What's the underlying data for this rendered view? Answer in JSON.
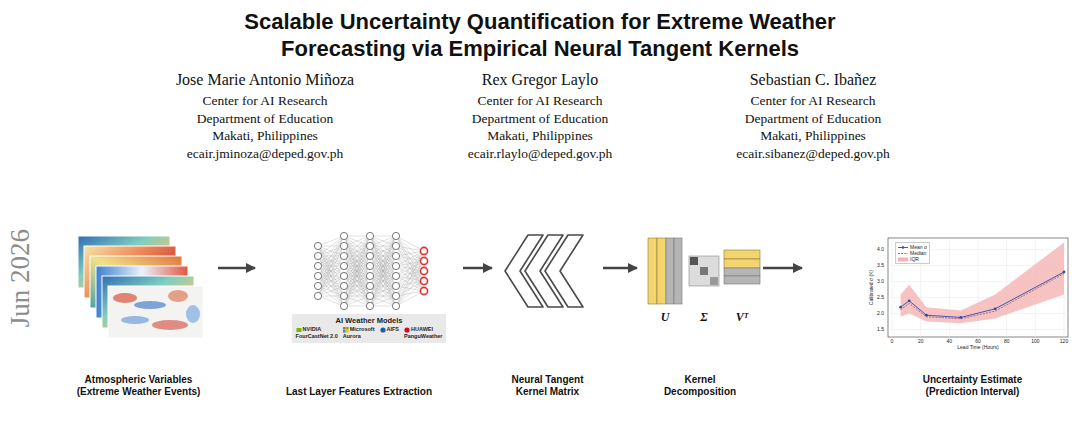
{
  "diagram": {
    "title": "Scalable Uncertainty Quantification for Extreme Weather Forecasting via Empirical Neural Tangent Kernels",
    "nodes": [
      {
        "text": [
          "Atmospheric Variables",
          "(Extreme Weather Events)"
        ]
      },
      {
        "text": [
          "Last Layer Features Extraction"
        ]
      },
      {
        "text": [
          "AI Weather Models",
          "NVIDIA",
          "FourCastNet 2.0",
          "Microsoft",
          "Aurora",
          "AIFS",
          "HUAWEI",
          "PanguWeather"
        ],
        "in": 1
      },
      {
        "text": [
          "Neural Tangent Kernel Matrix"
        ]
      },
      {
        "text": [
          "Kernel Decomposition"
        ]
      },
      {
        "text": [
          "Uncertainty Estimate",
          "(Prediction Interval)"
        ]
      }
    ],
    "edges": [
      {
        "from": 0,
        "to": 1,
        "arrow": "to"
      },
      {
        "from": 1,
        "to": 3,
        "arrow": "to"
      },
      {
        "from": 3,
        "to": 4,
        "arrow": "to"
      },
      {
        "from": 4,
        "to": 5,
        "arrow": "to"
      }
    ],
    "labels": [
      "Jose Marie Antonio Miñoza",
      "Center for AI Research",
      "Department of Education",
      "Makati, Philippines",
      "ecair.jminoza@deped.gov.ph",
      "Rex Gregor Laylo",
      "Center for AI Research",
      "Department of Education",
      "Makati, Philippines",
      "ecair.rlaylo@deped.gov.ph",
      "Sebastian C. Ibañez",
      "Center for AI Research",
      "Department of Education",
      "Makati, Philippines",
      "ecair.sibanez@deped.gov.ph",
      "Jun 2026",
      "U",
      "Σ",
      "Vᵀ",
      "Lead Time (Hours)",
      "Calibrated σ (K)",
      "0",
      "20",
      "40",
      "60",
      "80",
      "100",
      "120",
      "1.5",
      "2.0",
      "2.5",
      "3.0",
      "3.5",
      "4.0"
    ],
    "legend": [
      {
        "text": "Mean σ"
      },
      {
        "text": "Median"
      },
      {
        "text": "IQR",
        "color": "#f4b3b3"
      }
    ]
  }
}
